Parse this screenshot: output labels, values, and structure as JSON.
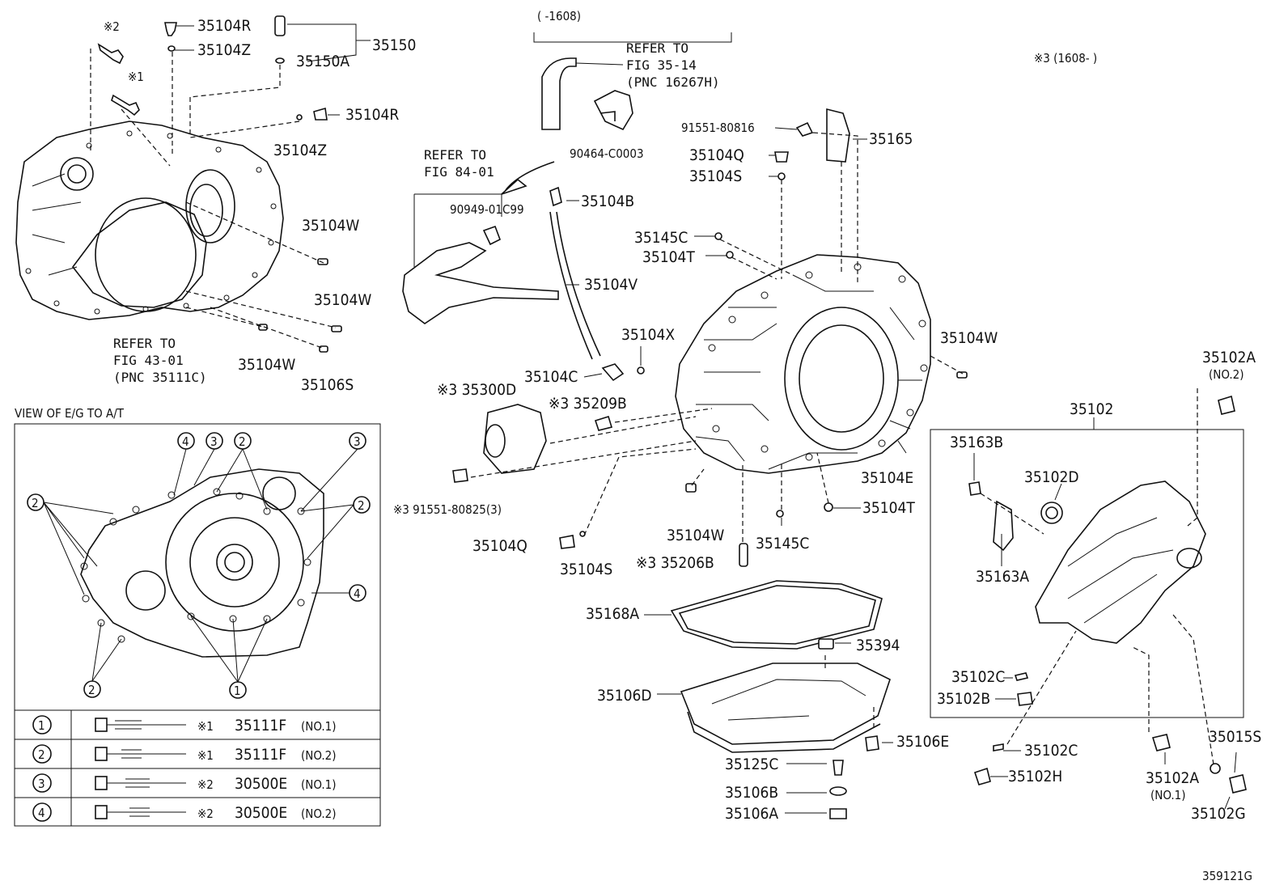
{
  "figure_id": "359121G",
  "view_label": "VIEW OF E/G TO A/T",
  "notes": {
    "mark2": "※2",
    "mark1": "※1",
    "range_top": "(      -1608)",
    "range_mark3": "※3 (1608-       )"
  },
  "refs": {
    "fig35": [
      "REFER TO",
      "FIG 35-14",
      "(PNC 16267H)"
    ],
    "fig84": [
      "REFER TO",
      "FIG 84-01"
    ],
    "fig43": [
      "REFER TO",
      "FIG 43-01",
      "(PNC 35111C)"
    ]
  },
  "labels": {
    "p35104R_a": "35104R",
    "p35104Z_a": "35104Z",
    "p35150": "35150",
    "p35150A": "35150A",
    "p35104R_b": "35104R",
    "p35104Z_b": "35104Z",
    "p35104W_a": "35104W",
    "p35104W_b": "35104W",
    "p35104W_c": "35104W",
    "p35106S": "35106S",
    "p90464": "90464-C0003",
    "p90949": "90949-01C99",
    "p35104B": "35104B",
    "p35104V": "35104V",
    "p35104X": "35104X",
    "p35104C": "35104C",
    "p91551_816": "91551-80816",
    "p35165": "35165",
    "p35104Q_a": "35104Q",
    "p35104S_a": "35104S",
    "p35145C_a": "35145C",
    "p35104T_a": "35104T",
    "p35104W_d": "35104W",
    "p35300D": "※3 35300D",
    "p35209B": "※3 35209B",
    "p91551_825": "※3 91551-80825(3)",
    "p35104Q_b": "35104Q",
    "p35104S_b": "35104S",
    "p35104W_e": "35104W",
    "p35145C_b": "35145C",
    "p35206B": "※3 35206B",
    "p35104E": "35104E",
    "p35104T_b": "35104T",
    "p35168A": "35168A",
    "p35394": "35394",
    "p35106D": "35106D",
    "p35106E": "35106E",
    "p35125C": "35125C",
    "p35106B": "35106B",
    "p35106A": "35106A",
    "p35102": "35102",
    "p35102A_2": "35102A",
    "no2": "(NO.2)",
    "p35163B": "35163B",
    "p35102D": "35102D",
    "p35163A": "35163A",
    "p35102C_a": "35102C",
    "p35102B": "35102B",
    "p35102C_b": "35102C",
    "p35102H": "35102H",
    "p35102A_1": "35102A",
    "no1": "(NO.1)",
    "p35015S": "35015S",
    "p35102G": "35102G"
  },
  "table": {
    "rows": [
      {
        "num": "1",
        "mark": "※1",
        "part": "35111F",
        "note": "(NO.1)"
      },
      {
        "num": "2",
        "mark": "※1",
        "part": "35111F",
        "note": "(NO.2)"
      },
      {
        "num": "3",
        "mark": "※2",
        "part": "30500E",
        "note": "(NO.1)"
      },
      {
        "num": "4",
        "mark": "※2",
        "part": "30500E",
        "note": "(NO.2)"
      }
    ]
  }
}
